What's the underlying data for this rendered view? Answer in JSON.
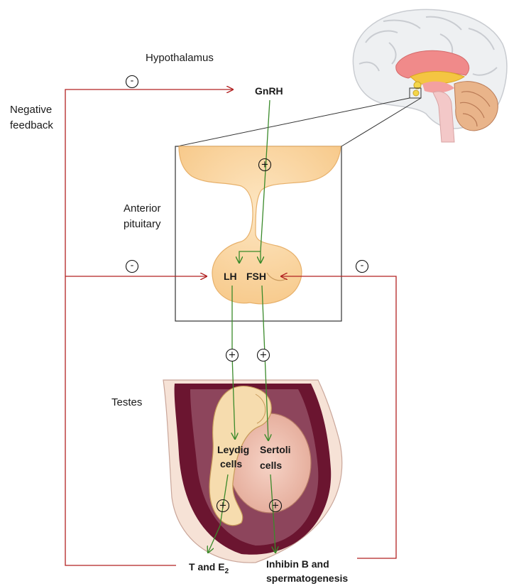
{
  "labels": {
    "hypothalamus": "Hypothalamus",
    "negative_feedback_1": "Negative",
    "negative_feedback_2": "feedback",
    "gnrh": "GnRH",
    "anterior_pituitary_1": "Anterior",
    "anterior_pituitary_2": "pituitary",
    "lh": "LH",
    "fsh": "FSH",
    "testes": "Testes",
    "leydig_1": "Leydig",
    "leydig_2": "cells",
    "sertoli_1": "Sertoli",
    "sertoli_2": "cells",
    "t_and": "T and E",
    "t_sub": "2",
    "inhibin_1": "Inhibin B and",
    "inhibin_2": "spermatogenesis"
  },
  "signs": {
    "minus": "-",
    "plus": "+"
  },
  "colors": {
    "negative_arrow": "#b22222",
    "positive_arrow": "#3a8a2a",
    "pituitary_fill": "#fcd9a6",
    "testis_outer": "#6b1530",
    "testis_inner": "#f2c4b3"
  }
}
